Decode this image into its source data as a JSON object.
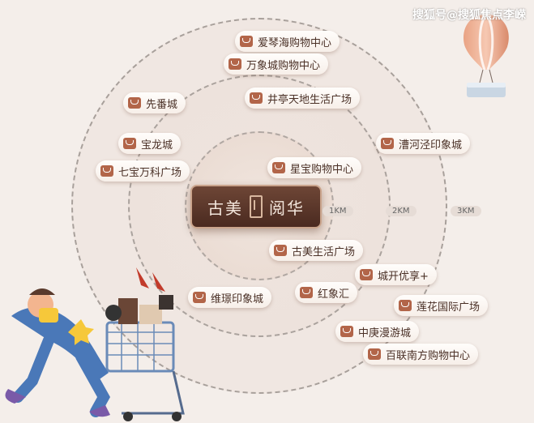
{
  "watermark": "搜狐号@搜狐焦点李嵘",
  "center": {
    "left": "古美",
    "right": "阅华"
  },
  "distances": [
    "1KM",
    "2KM",
    "3KM"
  ],
  "malls": [
    "爱琴海购物中心",
    "万象城购物中心",
    "井亭天地生活广场",
    "先番城",
    "宝龙城",
    "漕河泾印象城",
    "七宝万科广场",
    "星宝购物中心",
    "古美生活广场",
    "城开优享+",
    "维璟印象城",
    "红象汇",
    "莲花国际广场",
    "中庚漫游城",
    "百联南方购物中心"
  ],
  "colors": {
    "icon": "#b26549",
    "badge": "#4a2a20",
    "ring": "#a8a09b"
  },
  "icons": {
    "pill": "shopping-bag-icon",
    "balloon": "hot-air-balloon-icon",
    "shopper": "shopping-cart-icon"
  }
}
